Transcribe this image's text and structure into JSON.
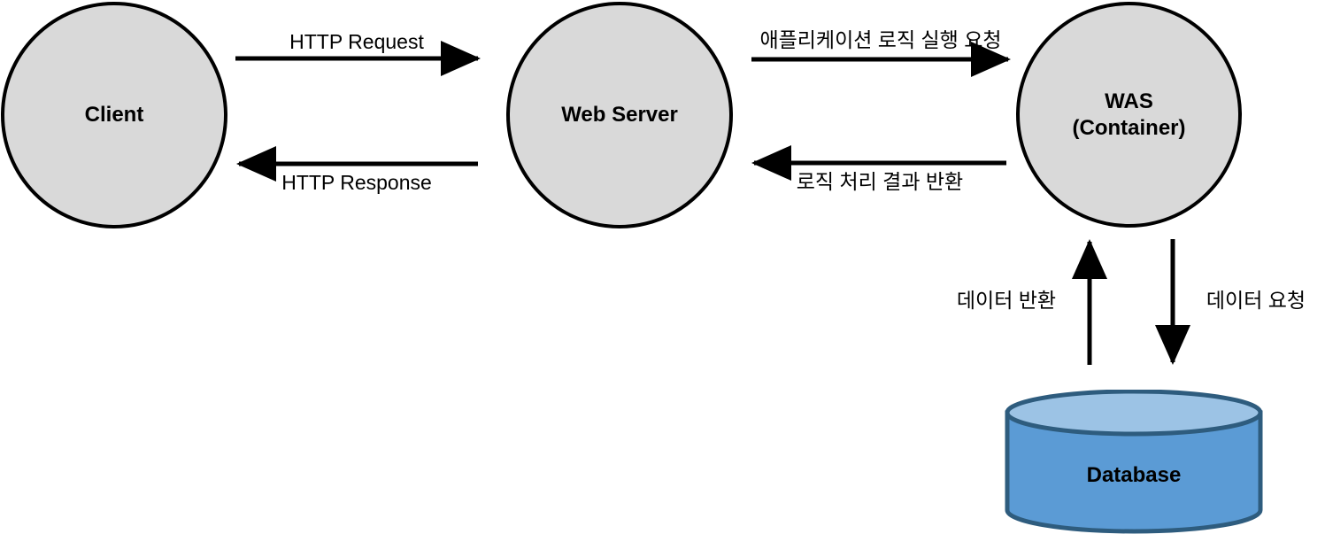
{
  "diagram": {
    "title": "Web Server / WAS / Database request flow",
    "colors": {
      "node_fill": "#D9D9D9",
      "node_stroke": "#000000",
      "db_body": "#5B9BD5",
      "db_top": "#9CC3E5",
      "db_stroke": "#2E5C7E",
      "arrow": "#000000",
      "text": "#000000",
      "background": "#FFFFFF"
    },
    "nodes": [
      {
        "id": "client",
        "label_lines": [
          "Client"
        ]
      },
      {
        "id": "web-server",
        "label_lines": [
          "Web Server"
        ]
      },
      {
        "id": "was",
        "label_lines": [
          "WAS",
          "(Container)"
        ]
      },
      {
        "id": "database",
        "label_lines": [
          "Database"
        ]
      }
    ],
    "flows": [
      {
        "id": "http-request",
        "label": "HTTP Request",
        "from": "client",
        "to": "web-server",
        "direction": "right"
      },
      {
        "id": "http-response",
        "label": "HTTP Response",
        "from": "web-server",
        "to": "client",
        "direction": "left"
      },
      {
        "id": "app-logic-request",
        "label": "애플리케이션 로직 실행 요청",
        "from": "web-server",
        "to": "was",
        "direction": "right"
      },
      {
        "id": "logic-result-return",
        "label": "로직 처리 결과 반환",
        "from": "was",
        "to": "web-server",
        "direction": "left"
      },
      {
        "id": "data-return",
        "label": "데이터 반환",
        "from": "database",
        "to": "was",
        "direction": "up"
      },
      {
        "id": "data-request",
        "label": "데이터 요청",
        "from": "was",
        "to": "database",
        "direction": "down"
      }
    ]
  }
}
